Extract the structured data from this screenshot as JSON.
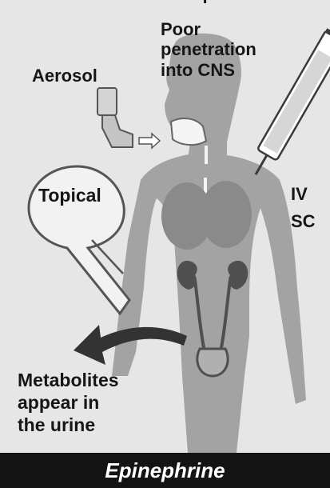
{
  "labels": {
    "top_fragment": "f",
    "poor_penetration": [
      "Poor",
      "penetration",
      "into CNS"
    ],
    "aerosol": "Aerosol",
    "topical": "Topical",
    "iv": "IV",
    "sc": "SC",
    "metabolites": [
      "Metabolites",
      "appear in",
      "the urine"
    ]
  },
  "footer": {
    "title": "Epinephrine"
  },
  "colors": {
    "panel": "#e6e6e6",
    "body": "#a3a3a3",
    "organs": "#4f4f4f",
    "arrow": "#333333",
    "footer": "#141414"
  }
}
